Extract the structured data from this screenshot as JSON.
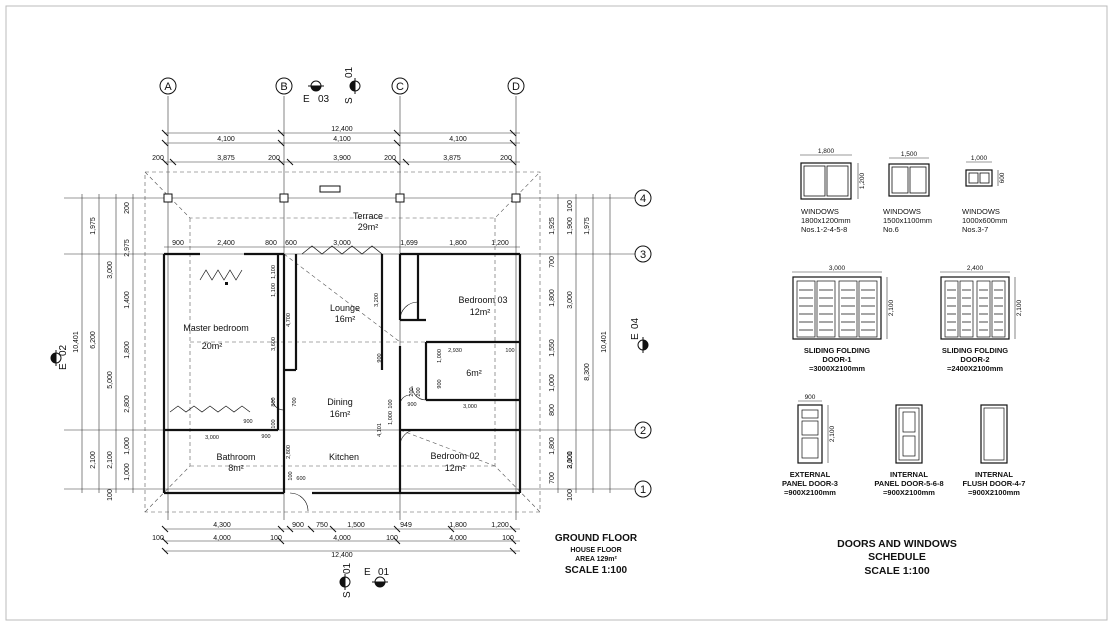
{
  "grids": {
    "vertical": [
      "A",
      "B",
      "C",
      "D"
    ],
    "horizontal": [
      "4",
      "3",
      "2",
      "1"
    ]
  },
  "sections": {
    "top": [
      {
        "text": "E",
        "sub": "03"
      },
      {
        "text": "S",
        "sub": "01"
      }
    ],
    "bottom": [
      {
        "text": "S",
        "sub": "01"
      },
      {
        "text": "E",
        "sub": "01"
      }
    ],
    "left": {
      "text": "E",
      "sub": "02"
    },
    "right": {
      "text": "E",
      "sub": "04"
    }
  },
  "rooms": [
    {
      "name": "Terrace",
      "area": "29m²"
    },
    {
      "name": "Master bedroom",
      "area": "20m²"
    },
    {
      "name": "Lounge",
      "area": "16m²"
    },
    {
      "name": "Bedroom 03",
      "area": "12m²"
    },
    {
      "name": "",
      "area": "6m²"
    },
    {
      "name": "Dining",
      "area": "16m²"
    },
    {
      "name": "Bathroom",
      "area": "8m²"
    },
    {
      "name": "Kitchen",
      "area": ""
    },
    {
      "name": "Bedroom 02",
      "area": "12m²"
    }
  ],
  "dims_top": {
    "overall": "12,400",
    "row2": [
      "4,100",
      "4,100",
      "4,100"
    ],
    "row3": [
      "200",
      "3,875",
      "200",
      "3,900",
      "200",
      "3,875",
      "200"
    ],
    "inner": [
      "900",
      "2,400",
      "800",
      "600",
      "3,000",
      "1,699",
      "1,800",
      "1,200"
    ]
  },
  "dims_bottom": {
    "row1": [
      "4,300",
      "900",
      "750",
      "1,500",
      "949",
      "1,800",
      "1,200"
    ],
    "row2": [
      "100",
      "4,000",
      "100",
      "4,000",
      "100",
      "4,000",
      "100"
    ],
    "overall": "12,400"
  },
  "dims_left": {
    "overall": "10,401",
    "mid": [
      "6,200",
      "2,100"
    ],
    "a": [
      "1,975",
      "3,000",
      "2,100"
    ],
    "b": [
      "200",
      "2,975",
      "1,400",
      "1,800",
      "2,800",
      "1,000",
      "1,000",
      "100"
    ],
    "c": [
      "5,000"
    ]
  },
  "dims_right": {
    "overall": "10,401",
    "mid": [
      "8,300"
    ],
    "a": [
      "1,975"
    ],
    "b": [
      "100",
      "1,900",
      "700",
      "1,800",
      "1,550",
      "1,000",
      "800",
      "1,800",
      "700",
      "100"
    ],
    "c": [
      "1,925",
      "3,000",
      "2,100",
      "3,001"
    ]
  },
  "interior_dims": [
    "1,100",
    "1,100",
    "4,700",
    "3,200",
    "3,600",
    "900",
    "2,800",
    "1,000",
    "2,930",
    "100",
    "900",
    "900",
    "3,000",
    "800",
    "700",
    "1,000",
    "4,101",
    "900",
    "3,000",
    "900",
    "100",
    "200",
    "100",
    "100",
    "600",
    "200"
  ],
  "ground_floor": {
    "title": "GROUND FLOOR",
    "line1": "HOUSE FLOOR",
    "line2": "AREA 129m²",
    "scale": "SCALE 1:100"
  },
  "schedule": {
    "title1": "DOORS AND WINDOWS",
    "title2": "SCHEDULE",
    "scale": "SCALE 1:100",
    "windows": [
      {
        "w": "1,800",
        "h": "1,200",
        "l1": "WINDOWS",
        "l2": "1800x1200mm",
        "l3": "Nos.1-2-4-5-8"
      },
      {
        "w": "1,500",
        "h": "",
        "l1": "WINDOWS",
        "l2": "1500x1100mm",
        "l3": "No.6"
      },
      {
        "w": "1,000",
        "h": "600",
        "l1": "WINDOWS",
        "l2": "1000x600mm",
        "l3": "Nos.3-7"
      }
    ],
    "doors_row1": [
      {
        "w": "3,000",
        "h": "2,100",
        "l1": "SLIDING FOLDING",
        "l2": "DOOR-1",
        "l3": "=3000X2100mm"
      },
      {
        "w": "2,400",
        "h": "2,100",
        "l1": "SLIDING FOLDING",
        "l2": "DOOR-2",
        "l3": "=2400X2100mm"
      }
    ],
    "doors_row2": [
      {
        "w": "900",
        "h": "2,100",
        "l1": "EXTERNAL",
        "l2": "PANEL DOOR-3",
        "l3": "=900X2100mm"
      },
      {
        "w": "",
        "h": "",
        "l1": "INTERNAL",
        "l2": "PANEL DOOR-5-6-8",
        "l3": "=900X2100mm"
      },
      {
        "w": "",
        "h": "",
        "l1": "INTERNAL",
        "l2": "FLUSH DOOR-4-7",
        "l3": "=900X2100mm"
      }
    ]
  }
}
